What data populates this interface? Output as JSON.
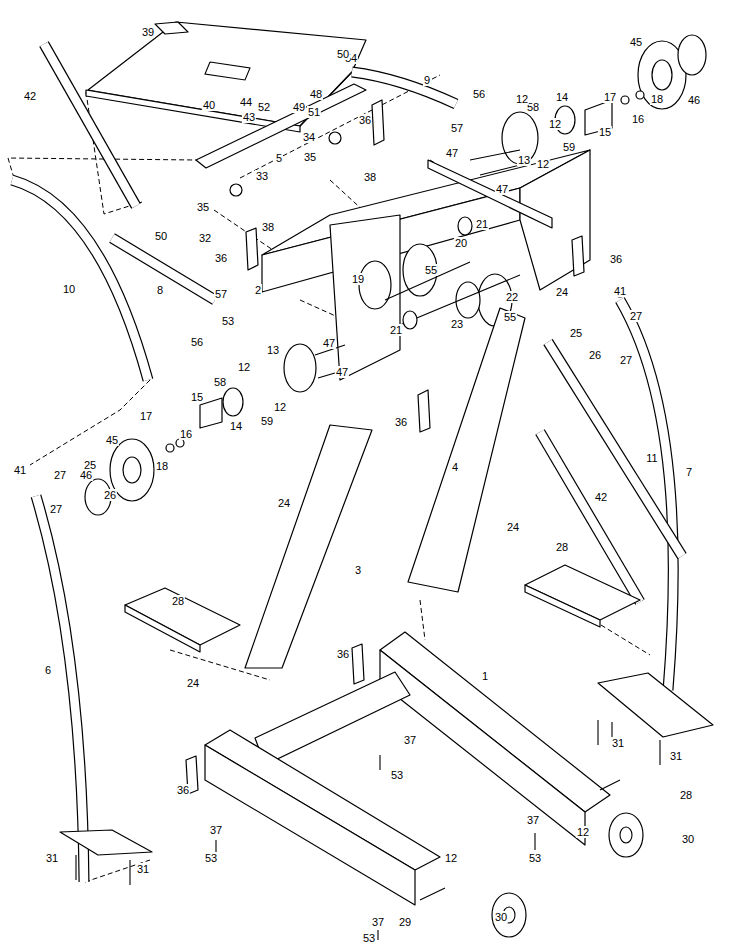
{
  "diagram": {
    "labels": [
      "39",
      "54",
      "48",
      "50",
      "9",
      "42",
      "51",
      "44",
      "52",
      "43",
      "49",
      "40",
      "5",
      "56",
      "58",
      "14",
      "17",
      "45",
      "46",
      "18",
      "16",
      "15",
      "12",
      "12",
      "12",
      "59",
      "13",
      "57",
      "47",
      "47",
      "34",
      "35",
      "36",
      "38",
      "33",
      "35",
      "32",
      "50",
      "38",
      "36",
      "21",
      "20",
      "19",
      "55",
      "55",
      "22",
      "23",
      "21",
      "36",
      "24",
      "41",
      "25",
      "27",
      "26",
      "27",
      "2",
      "53",
      "8",
      "57",
      "56",
      "10",
      "36",
      "47",
      "47",
      "13",
      "12",
      "12",
      "58",
      "15",
      "59",
      "14",
      "17",
      "16",
      "45",
      "46",
      "18",
      "41",
      "27",
      "25",
      "26",
      "27",
      "24",
      "4",
      "11",
      "7",
      "42",
      "24",
      "28",
      "3",
      "28",
      "6",
      "24",
      "36",
      "1",
      "37",
      "53",
      "31",
      "31",
      "36",
      "28",
      "37",
      "53",
      "12",
      "30",
      "37",
      "53",
      "31",
      "31",
      "12",
      "37",
      "53",
      "29",
      "30"
    ]
  }
}
